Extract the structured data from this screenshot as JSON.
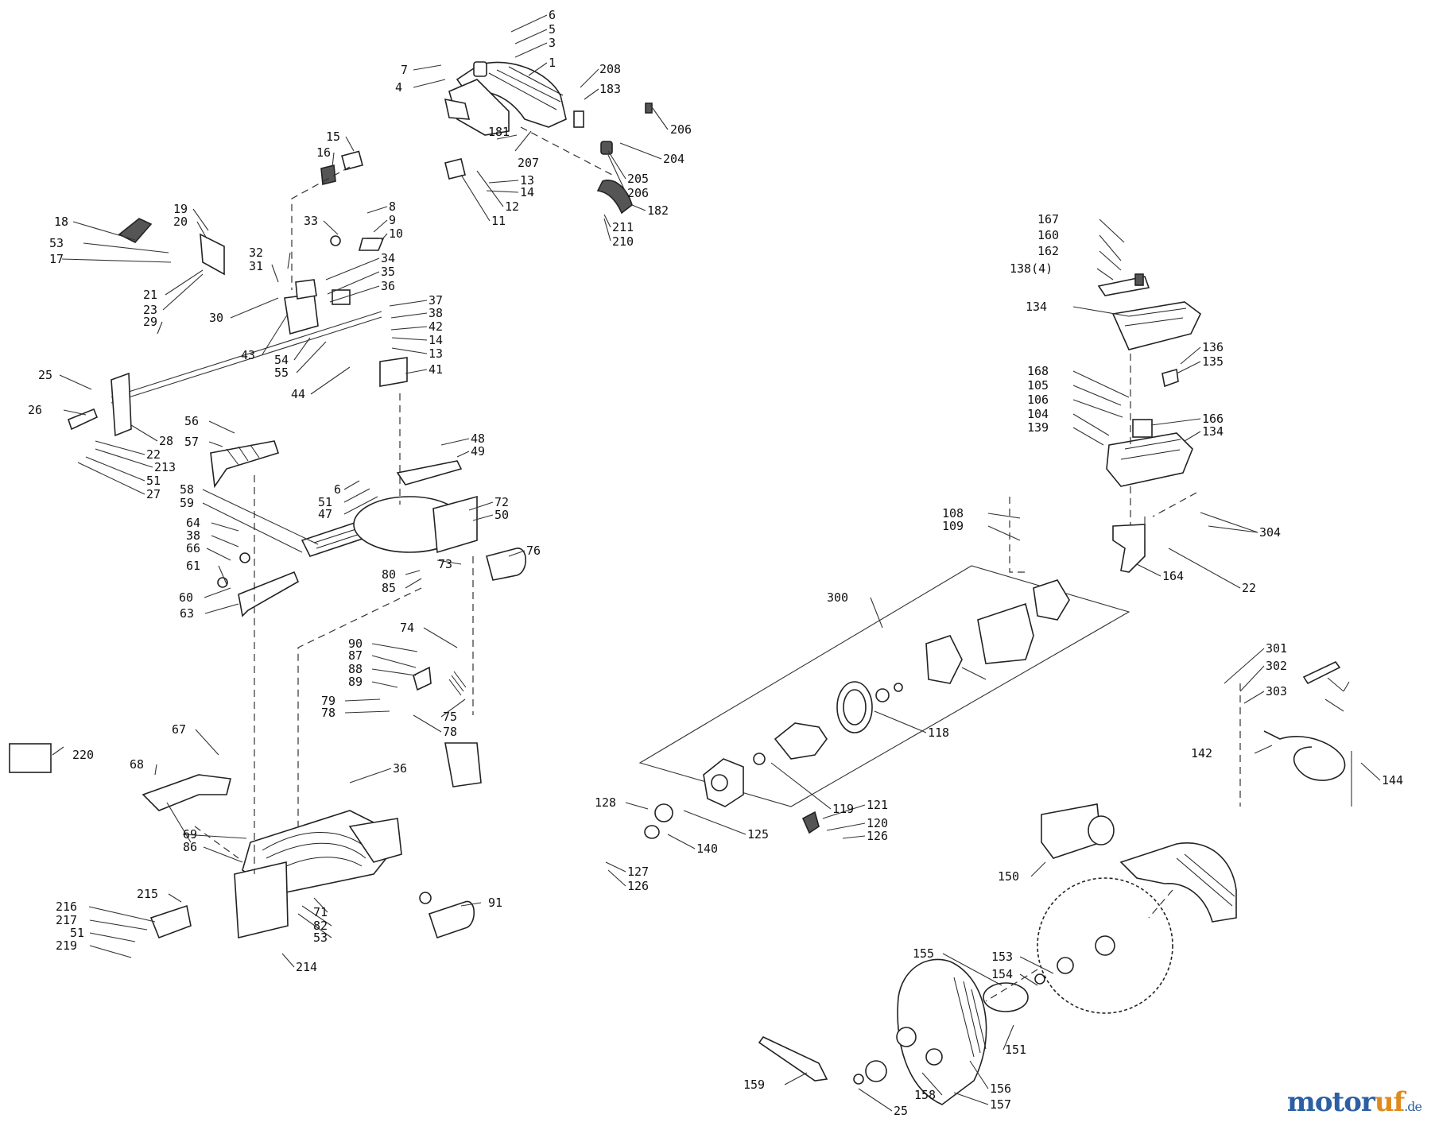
{
  "brand_colors": {
    "blue": "#2c5fa3",
    "orange": "#e08a1e"
  },
  "watermark": {
    "part1": "motor",
    "part2": "uf",
    "part3": ".de"
  },
  "labels": [
    "6",
    "5",
    "3",
    "1",
    "7",
    "4",
    "208",
    "183",
    "206",
    "181",
    "207",
    "204",
    "205",
    "206",
    "182",
    "211",
    "210",
    "13",
    "14",
    "12",
    "11",
    "15",
    "16",
    "19",
    "20",
    "18",
    "53",
    "17",
    "33",
    "8",
    "9",
    "10",
    "32",
    "31",
    "34",
    "35",
    "36",
    "21",
    "23",
    "29",
    "30",
    "43",
    "37",
    "38",
    "42",
    "14",
    "13",
    "54",
    "55",
    "41",
    "44",
    "25",
    "26",
    "28",
    "22",
    "213",
    "51",
    "27",
    "56",
    "57",
    "48",
    "49",
    "6",
    "51",
    "47",
    "72",
    "50",
    "58",
    "59",
    "64",
    "38",
    "66",
    "61",
    "60",
    "63",
    "80",
    "85",
    "73",
    "76",
    "74",
    "90",
    "87",
    "88",
    "89",
    "79",
    "78",
    "75",
    "78",
    "67",
    "220",
    "68",
    "36",
    "69",
    "86",
    "71",
    "82",
    "53",
    "91",
    "215",
    "216",
    "217",
    "51",
    "219",
    "214",
    "167",
    "160",
    "162",
    "138(4)",
    "134",
    "136",
    "135",
    "168",
    "105",
    "106",
    "104",
    "139",
    "166",
    "134",
    "108",
    "109",
    "164",
    "304",
    "22",
    "300",
    "118",
    "301",
    "302",
    "303",
    "142",
    "144",
    "128",
    "119",
    "121",
    "120",
    "126",
    "125",
    "140",
    "127",
    "126",
    "150",
    "153",
    "154",
    "155",
    "151",
    "156",
    "157",
    "158",
    "25",
    "159"
  ]
}
